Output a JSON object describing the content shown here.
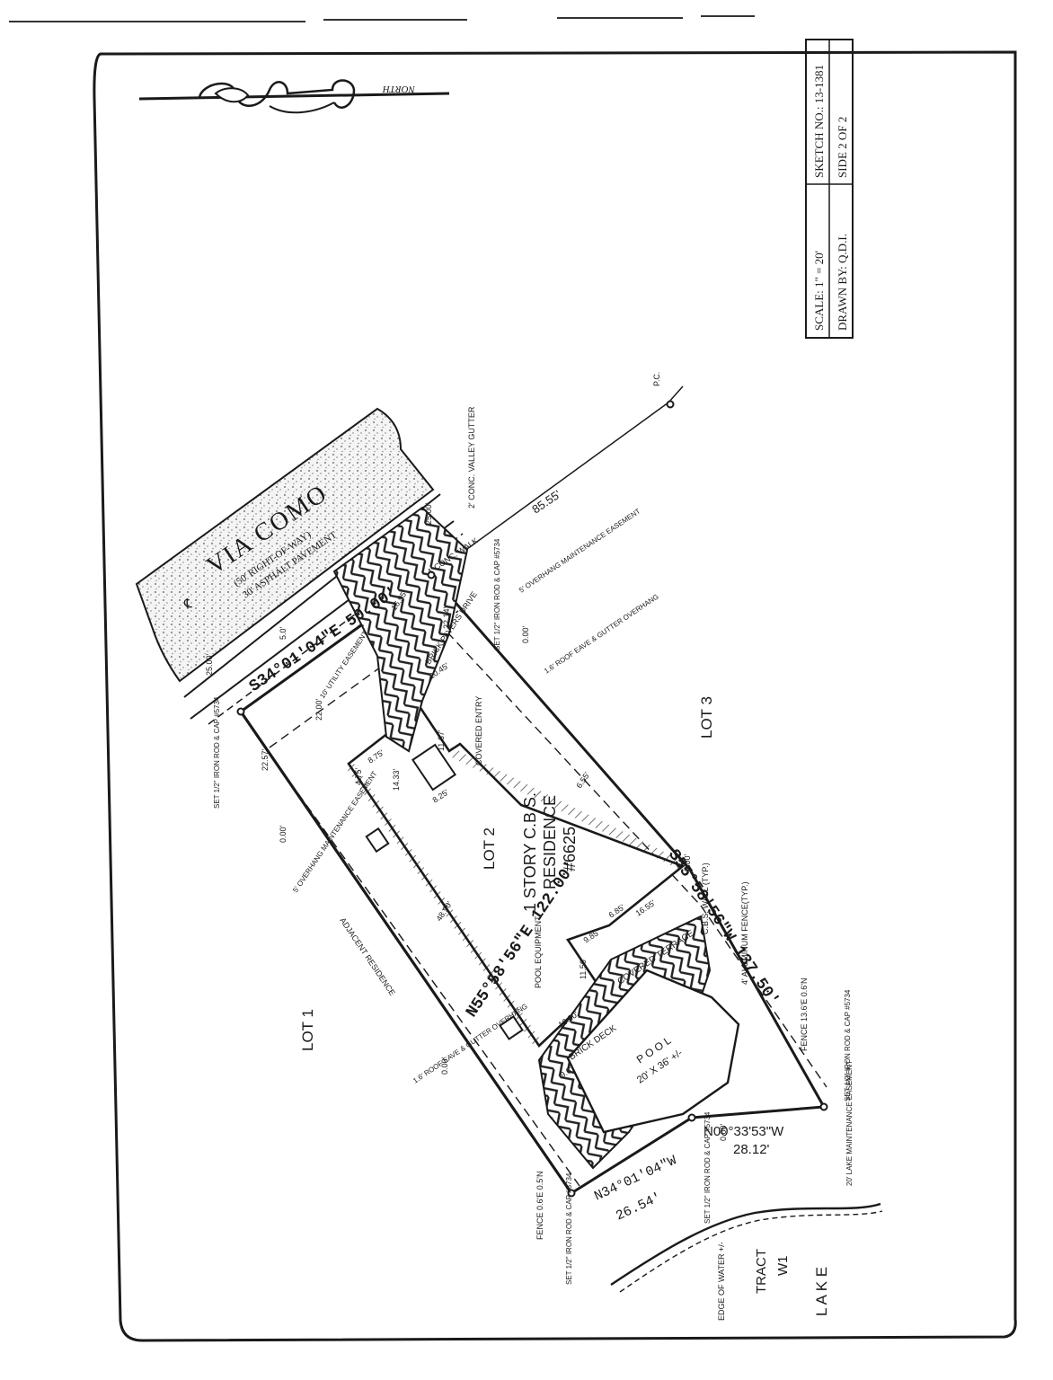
{
  "title_block": {
    "scale": "SCALE: 1\" = 20'",
    "drawn_by": "DRAWN BY: Q.D.I.",
    "sketch_no": "SKETCH NO.: 13-1381",
    "side": "SIDE 2 OF 2"
  },
  "north_arrow": {
    "label": "NORTH"
  },
  "street": {
    "name": "VIA COMO",
    "right_of_way": "(50' RIGHT-OF-WAY)",
    "pavement": "30' ASPHALT PAVEMENT",
    "centerline": "℄",
    "valley_gutter": "2' CONC. VALLEY GUTTER",
    "walk": "4' CONC. WALK"
  },
  "bearings": {
    "front": "S34°01'04\"E  50.00'",
    "left": "N55°58'56\"E  122.00'",
    "right": "S55°58'56\"W  137.50'",
    "rear_1": "N34°01'04\"W",
    "rear_1_dist": "26.54'",
    "rear_2": "N00°33'53\"W",
    "rear_2_dist": "28.12'",
    "tangent": "85.55'"
  },
  "lots": {
    "lot1": "LOT 1",
    "lot2": "LOT 2",
    "lot3": "LOT 3",
    "tract": "TRACT",
    "tract_id": "W1",
    "lake": "L A K E"
  },
  "residence": {
    "line1": "1 STORY C.B.S.",
    "line2": "RESIDENCE",
    "line3": "#6625"
  },
  "labels": {
    "pc": "P.C.",
    "adjacent": "ADJACENT RESIDENCE",
    "covered_entry": "COVERED ENTRY",
    "brick_drive": "BRICK PAVERS DRIVE",
    "covered_terrace": "COVERED TERRACE",
    "brick_deck": "BRICK DECK",
    "pool": "P O O L",
    "pool_size": "20' X 36' +/-",
    "pool_equipment": "POOL EQUIPMENT",
    "utility_easement": "10' UTILITY EASEMENT",
    "overhang_left": "5' OVERHANG MAINTENANCE EASEMENT",
    "overhang_right": "5' OVERHANG MAINTENANCE EASEMENT",
    "eave_left": "1.6' ROOF EAVE & GUTTER OVERHANG",
    "eave_right": "1.6' ROOF EAVE & GUTTER OVERHANG",
    "cbs_wall": "C.B.S. WALL (TYP.)",
    "alum_fence": "4' ALUMINUM FENCE(TYP.)",
    "fence_right": "FENCE 13.6'E 0.6'N",
    "fence_left": "FENCE 0.6'E 0.5'N",
    "edge_water": "EDGE OF WATER +/-",
    "lake_maint": "20' LAKE MAINTENANCE EASEMENT",
    "iron_rod_1": "SET 1/2\" IRON ROD & CAP #5734",
    "iron_rod_2": "SET 1/2\" IRON ROD & CAP #5734",
    "iron_rod_3": "SET 1/2\" IRON ROD & CAP #5734",
    "iron_rod_4": "SET 1/2\" IRON ROD & CAP #5734",
    "iron_rod_5": "SET 1/2\" IRON ROD & CAP #5734"
  },
  "dims": {
    "d25a": "25.00'",
    "d25b": "25.00'",
    "d50": "5.0'",
    "d2257": "22.57'",
    "d2200": "22.00'",
    "d000a": "0.00'",
    "d000b": "0.00'",
    "d000c": "0.00'",
    "d000d": "0.00'",
    "d000e": "0.00'",
    "d1695": "16.95'",
    "d2214": "22.14'",
    "d2045": "20.45'",
    "d1167": "11.67'",
    "d475": "4.75'",
    "d875": "8.75'",
    "d1433": "14.33'",
    "d825": "8.25'",
    "d4890": "48.90'",
    "d655": "6.55'",
    "d1655": "16.55'",
    "d985": "9.85'",
    "d1150": "11.50'",
    "d1600": "16.00'",
    "d96": "9.6'",
    "d685": "6.85'"
  },
  "colors": {
    "ink": "#1a1a1a",
    "paper": "#ffffff",
    "stipple": "#8a8a8a"
  }
}
